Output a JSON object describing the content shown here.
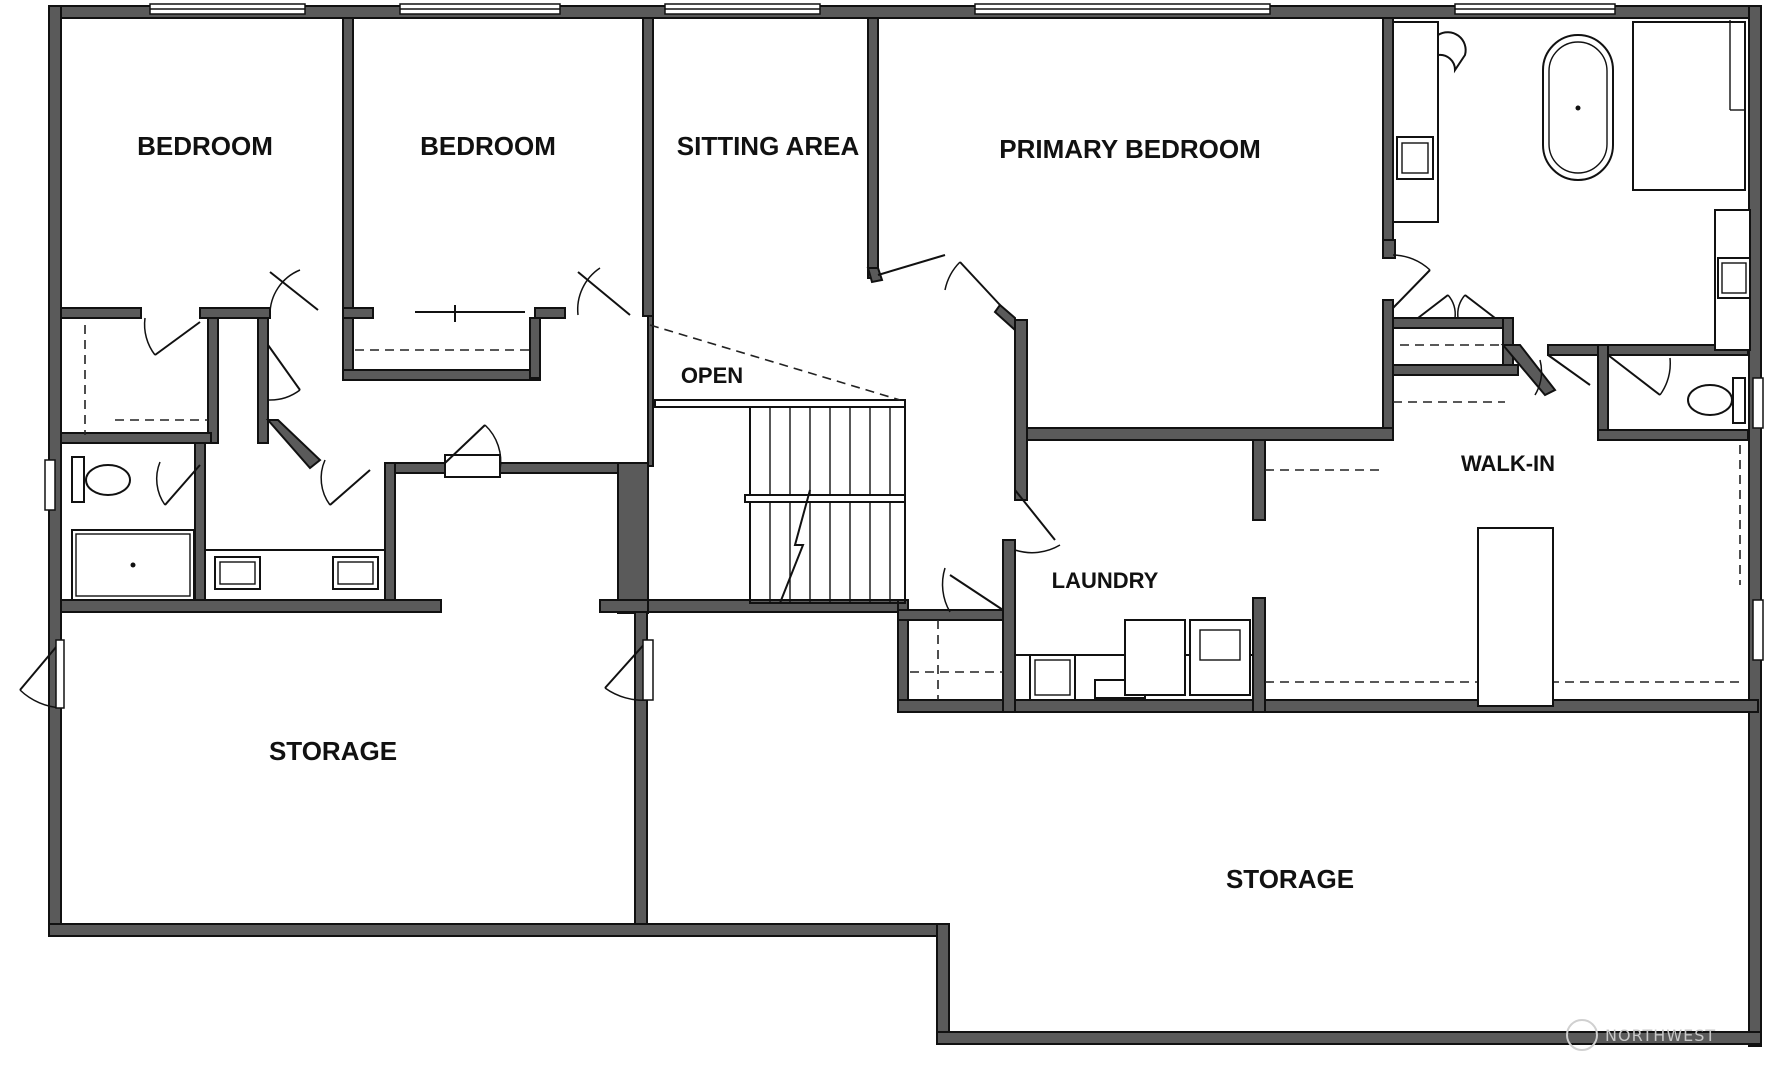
{
  "rooms": {
    "bedroom_1": "BEDROOM",
    "bedroom_2": "BEDROOM",
    "sitting_area": "SITTING AREA",
    "primary_bedroom": "PRIMARY BEDROOM",
    "open": "OPEN",
    "walk_in": "WALK-IN",
    "laundry": "LAUNDRY",
    "storage_left": "STORAGE",
    "storage_right": "STORAGE"
  },
  "colors": {
    "wall": "#5a5a5a",
    "line": "#111111",
    "background": "#ffffff",
    "watermark": "#c8c8c8"
  },
  "watermark": "NORTHWEST"
}
